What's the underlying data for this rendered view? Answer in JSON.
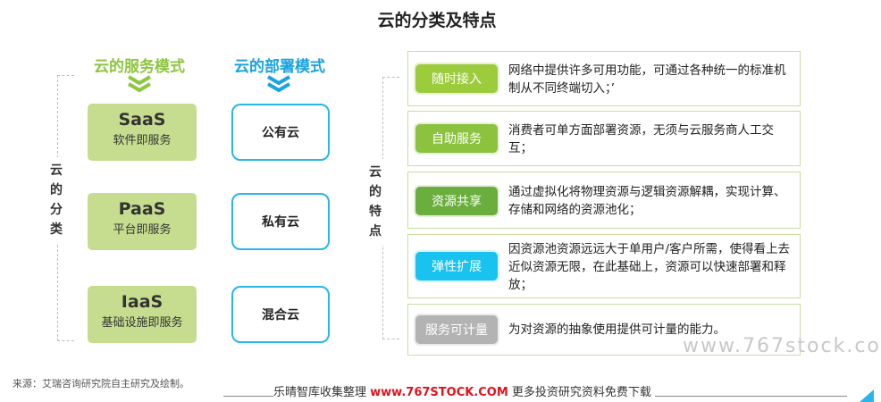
{
  "title": "云的分类及特点",
  "service_models": {
    "heading": "云的服务模式",
    "items": [
      {
        "name": "SaaS",
        "desc": "软件即服务"
      },
      {
        "name": "PaaS",
        "desc": "平台即服务"
      },
      {
        "name": "IaaS",
        "desc": "基础设施即服务"
      }
    ]
  },
  "deploy_models": {
    "heading": "云的部署模式",
    "items": [
      "公有云",
      "私有云",
      "混合云"
    ]
  },
  "left_bracket_label": [
    "云",
    "的",
    "分",
    "类"
  ],
  "right_bracket_label": [
    "云",
    "的",
    "特",
    "点"
  ],
  "features": [
    {
      "tag": "随时接入",
      "desc": "网络中提供许多可用功能，可通过各种统一的标准机制从不同终端切入；’"
    },
    {
      "tag": "自助服务",
      "desc": "消费者可单方面部署资源，无须与云服务商人工交互；"
    },
    {
      "tag": "资源共享",
      "desc": "通过虚拟化将物理资源与逻辑资源解耦，实现计算、存储和网络的资源池化；"
    },
    {
      "tag": "弹性扩展",
      "desc": "因资源池资源远远大于单用户/客户所需，使得看上去近似资源无限，在此基础上，资源可以快速部署和释放；"
    },
    {
      "tag": "服务可计量",
      "desc": "为对资源的抽象使用提供可计量的能力。"
    }
  ],
  "watermark": "www.767stock.co",
  "source": "来源：艾瑞咨询研究院自主研究及绘制。",
  "footer": {
    "prefix": "乐晴智库收集整理 ",
    "url": "www.767STOCK.COM",
    "suffix": " 更多投资研究资料免费下载"
  },
  "colors": {
    "green": "#8dc63f",
    "blue": "#1aa3df",
    "service_box": "#c6dd8f",
    "red_url": "#e0121b"
  }
}
